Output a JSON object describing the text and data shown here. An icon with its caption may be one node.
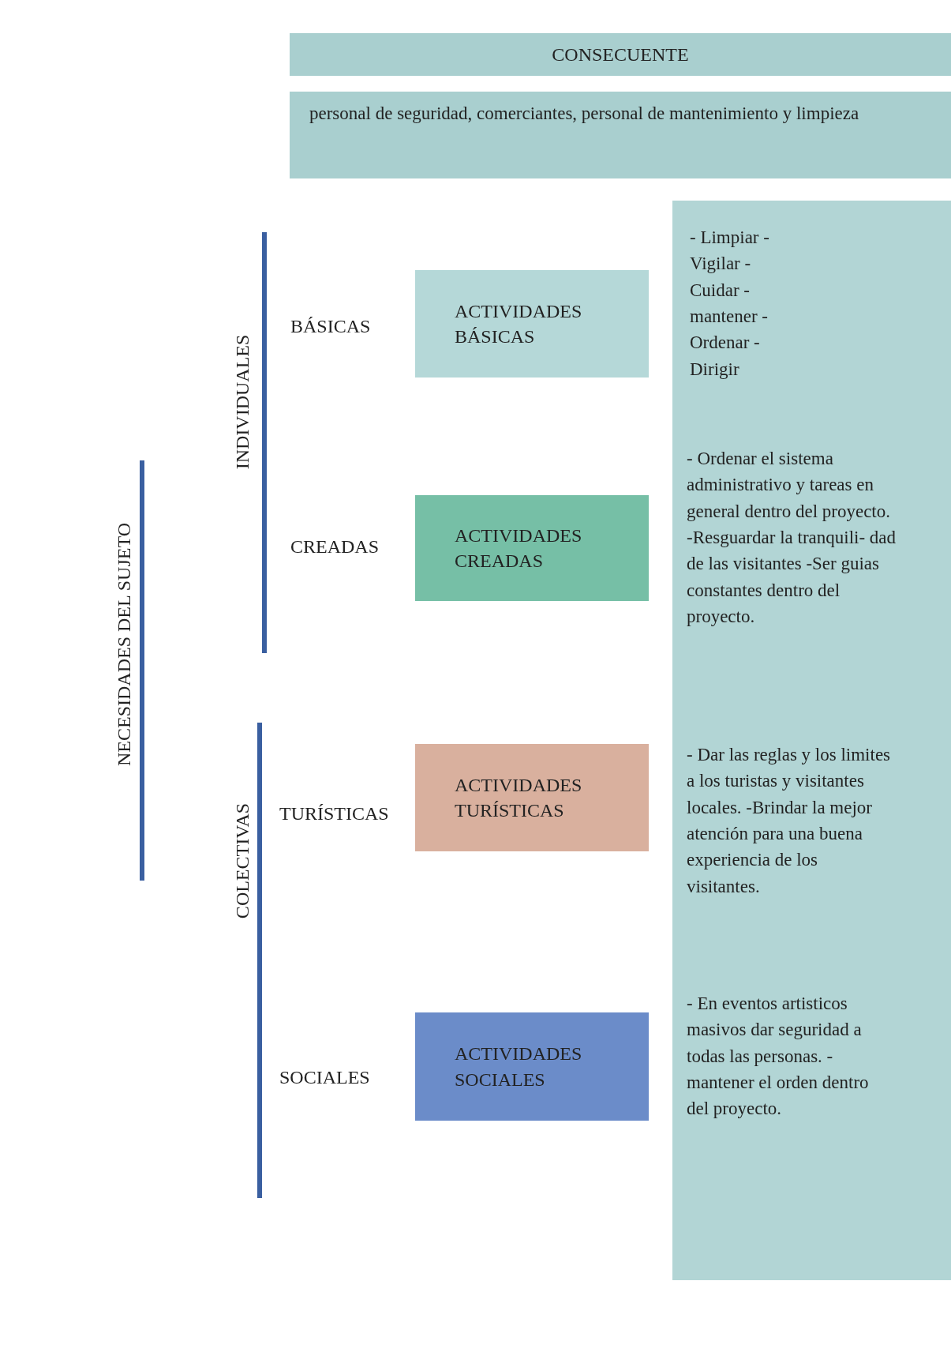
{
  "diagram": {
    "nodes": [
      {
        "text": [
          "CONSECUENTE"
        ]
      },
      {
        "text": [
          "personal de seguridad, comerciantes, personal de mantenimiento y limpieza"
        ]
      },
      {
        "text": [
          "- Limpiar - Vigilar -Cuidar - mantener -Ordenar -Dirigir",
          "- Ordenar el sistema administrativo y tareas en general dentro del proyecto. -Resguardar la tranquili- dad de las visitantes -Ser guias constantes dentro del proyecto.",
          "- Dar las reglas y los limites a los turistas y visitantes locales. -Brindar la mejor atención para una buena experiencia de los visitantes.",
          "- En eventos artisticos masivos dar seguridad a todas las personas. -mantener el orden dentro del proyecto."
        ]
      },
      {
        "text": [
          "ACTIVIDADES BÁSICAS"
        ]
      },
      {
        "text": [
          "ACTIVIDADES CREADAS"
        ]
      },
      {
        "text": [
          "ACTIVIDADES TURÍSTICAS"
        ]
      },
      {
        "text": [
          "ACTIVIDADES SOCIALES"
        ]
      }
    ],
    "labels": [
      "NECESIDADES DEL SUJETO",
      "INDIVIDUALES",
      "BÁSICAS",
      "CREADAS",
      "COLECTIVAS",
      "TURÍSTICAS",
      "SOCIALES"
    ]
  }
}
